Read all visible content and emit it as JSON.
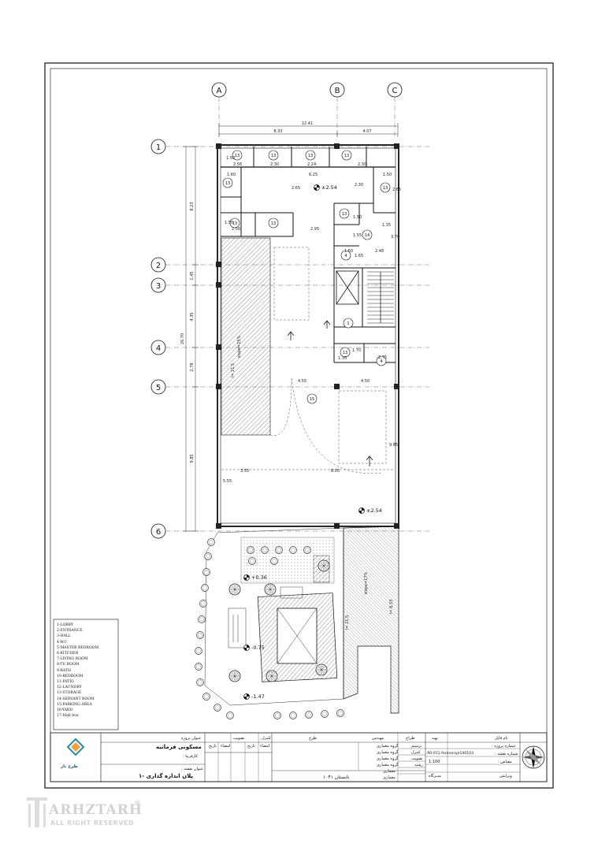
{
  "grid": {
    "columns": [
      "A",
      "B",
      "C"
    ],
    "rows": [
      "1",
      "2",
      "3",
      "4",
      "5",
      "6"
    ]
  },
  "dimensions": {
    "top_total": "12.41",
    "top_a_b": "8.33",
    "top_b_c": "4.07",
    "left_total": "26.70",
    "left_1_2": "8.23",
    "left_2_3": "1.45",
    "left_3_4": "4.35",
    "left_4_5": "2.78",
    "left_5_6": "9.85",
    "room_dims": [
      "1.50",
      "2.56",
      "2.30",
      "2.24",
      "2.30",
      "1.60",
      "6.25",
      "1.50",
      "2.65",
      "2.30",
      "2.65",
      "1.50",
      "2.56",
      "2.95",
      "1.50",
      "1.35",
      "1.55",
      "2.48",
      "3.70",
      "1.60",
      "1.65",
      "1.70",
      "4.55",
      "4.50",
      "3.55",
      "8.05",
      "5.55",
      "9.85",
      "1.35",
      "2.75"
    ]
  },
  "room_tags": [
    "13",
    "13",
    "13",
    "13",
    "13",
    "13",
    "13",
    "13",
    "13",
    "14",
    "4",
    "1",
    "13",
    "4",
    "15"
  ],
  "levels": {
    "interior_top": "±2.54",
    "interior_bottom": "±2.54",
    "yard_1": "+0.36",
    "yard_2": "-0.75",
    "yard_3": "-1.47"
  },
  "ramps": {
    "ramp_1_slope": "slope=15%",
    "ramp_1_length": "l= 21.5",
    "ramp_2_slope": "slope=17%",
    "ramp_2_length": "l= 8.33",
    "ramp_3_length": "l= 21.5"
  },
  "legend": [
    "1-LOBBY",
    "2-ENTRANCE",
    "3-HALL",
    "4-W.C",
    "5-MASTER BEDROOM",
    "6-KITCHEN",
    "7-LIVING ROOM",
    "8-TV. ROOM",
    "9-BATH",
    "10-BEDROOM",
    "11-PATIO",
    "12-LAUNDRY",
    "13-STORAGE",
    "14-SERVANT ROOM",
    "15-PARKING AREA",
    "16-YARD",
    "17-Mall box"
  ],
  "title_block": {
    "project_title": "مسکونی فرمانیه",
    "sheet_title": "پلان اندازه گذاری -۱",
    "project_label": "عنوان پروژه",
    "employer_label": "کارفرما :",
    "sheet_label": "عنوان نقشه :",
    "col_approval": "تصویب",
    "col_check": "کنترل",
    "col_draw": "طرح",
    "col_engineer": "مهندس",
    "sub_date": "تاریخ",
    "sub_sign": "امضاء",
    "date": "تابستان ۱۰۴۱",
    "designer_label": "طراح",
    "designer_role": "تهیه",
    "draftsman": "ترسیم",
    "control": "کنترل",
    "approval": "تصویب",
    "field": "رشته",
    "arch_1": "گروه معماری",
    "arch_2": "گروه معماری",
    "arch_3": "گروه معماری",
    "arch_4": "گروه معماری",
    "arch_5": "معماری",
    "arch_6": "معماری",
    "sheet_no_label": "شماره نقشه :",
    "project_no_label": "شماره پروژه :",
    "sheet_code": "AR-011-farmaniye140103",
    "scale_label": "مقیاس :",
    "scale": "1:100",
    "north_label": "نام فایل",
    "revision": "ویرایش",
    "revision_value": "مدیرگاه"
  },
  "company": {
    "name": "طرح تار"
  },
  "watermark": {
    "name": "ARHZTARH",
    "rights": "ALL RIGHT RESERVED",
    "reg": "®"
  }
}
